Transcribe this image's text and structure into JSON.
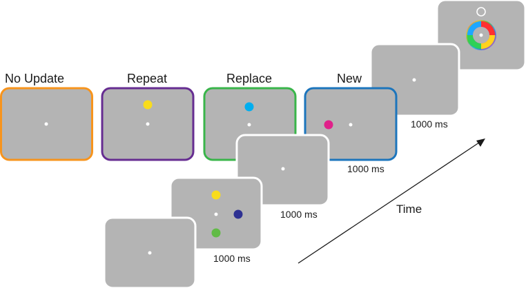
{
  "conditions": {
    "no_update": "No Update",
    "repeat": "Repeat",
    "replace": "Replace",
    "new": "New"
  },
  "durations": {
    "memory_array": "1000 ms",
    "delay_1": "1000 ms",
    "update": "1000 ms",
    "delay_2": "1000 ms"
  },
  "time_label": "Time",
  "colors": {
    "screen_gray": "#b4b4b4",
    "fixation": "#ffffff",
    "frame_no_update": "#f7941d",
    "frame_repeat": "#662d91",
    "frame_replace": "#39b54a",
    "frame_new": "#1c75bc",
    "dot_yellow": "#f9dc1c",
    "dot_blue": "#2e3192",
    "dot_green": "#61bb46",
    "dot_cyan": "#00aeef",
    "dot_magenta": "#e0218a"
  }
}
